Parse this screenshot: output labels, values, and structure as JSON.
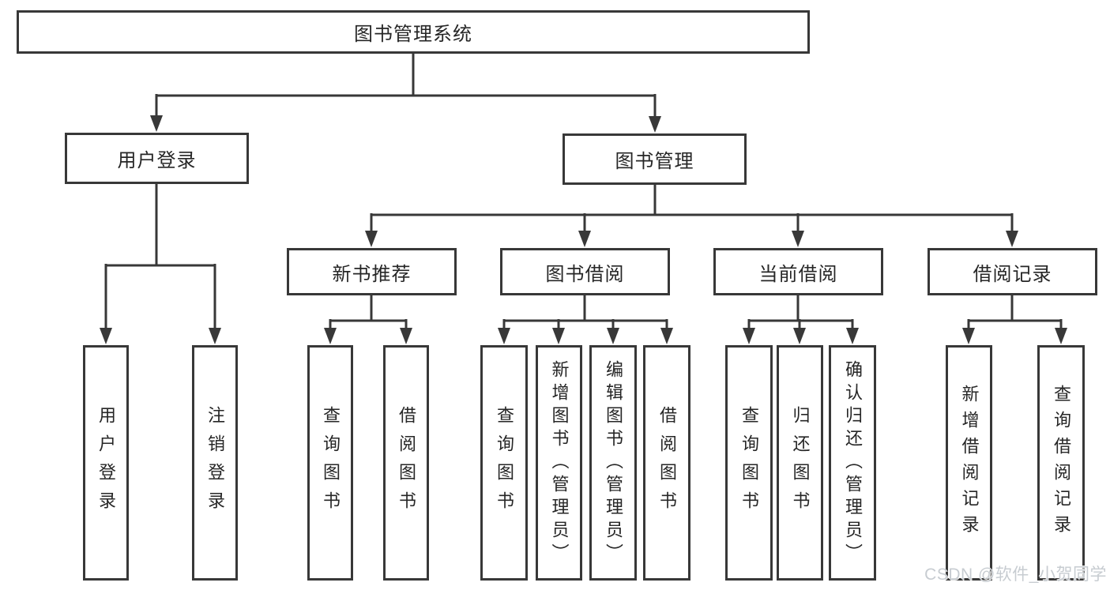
{
  "diagram": {
    "type": "hierarchy-tree",
    "colors": {
      "background": "#ffffff",
      "line": "#383838",
      "box_border": "#383838",
      "text": "#262626",
      "watermark_text": "#c7ccd1"
    },
    "watermark": "CSDN @软件_小贺同学"
  },
  "nodes": {
    "root": "图书管理系统",
    "user_login": "用户登录",
    "book_mgmt": "图书管理",
    "new_book_rec": "新书推荐",
    "book_borrow": "图书借阅",
    "current_borrow": "当前借阅",
    "borrow_records": "借阅记录",
    "leaf_user_login": "用户登录",
    "leaf_logout": "注销登录",
    "leaf_rec_query": "查询图书",
    "leaf_rec_borrow": "借阅图书",
    "leaf_bb_query": "查询图书",
    "leaf_bb_add": "新增图书（管理员）",
    "leaf_bb_edit": "编辑图书（管理员）",
    "leaf_bb_borrow": "借阅图书",
    "leaf_cb_query": "查询图书",
    "leaf_cb_return": "归还图书",
    "leaf_cb_confirm": "确认归还（管理员）",
    "leaf_br_add": "新增借阅记录",
    "leaf_br_query": "查询借阅记录"
  },
  "tree": {
    "label": "图书管理系统",
    "children": [
      {
        "label": "用户登录",
        "children": [
          {
            "label": "用户登录"
          },
          {
            "label": "注销登录"
          }
        ]
      },
      {
        "label": "图书管理",
        "children": [
          {
            "label": "新书推荐",
            "children": [
              {
                "label": "查询图书"
              },
              {
                "label": "借阅图书"
              }
            ]
          },
          {
            "label": "图书借阅",
            "children": [
              {
                "label": "查询图书"
              },
              {
                "label": "新增图书（管理员）"
              },
              {
                "label": "编辑图书（管理员）"
              },
              {
                "label": "借阅图书"
              }
            ]
          },
          {
            "label": "当前借阅",
            "children": [
              {
                "label": "查询图书"
              },
              {
                "label": "归还图书"
              },
              {
                "label": "确认归还（管理员）"
              }
            ]
          },
          {
            "label": "借阅记录",
            "children": [
              {
                "label": "新增借阅记录"
              },
              {
                "label": "查询借阅记录"
              }
            ]
          }
        ]
      }
    ]
  }
}
